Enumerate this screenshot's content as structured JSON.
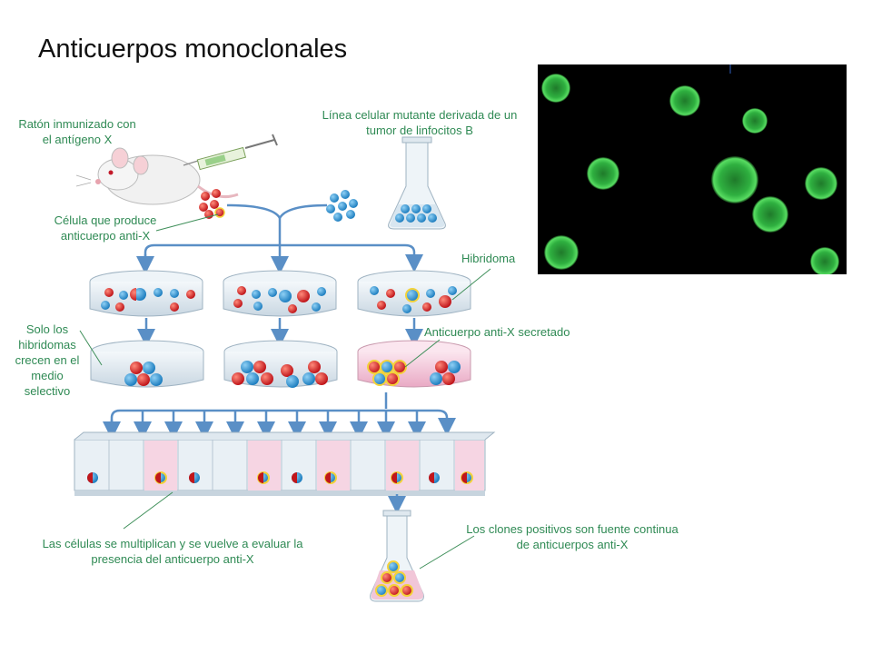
{
  "title": "Anticuerpos monoclonales",
  "labels": {
    "mouse": "Ratón inmunizado con el antígeno X",
    "cell_line": "Línea celular mutante derivada de un tumor de linfocitos B",
    "producer_cell": "Célula que produce anticuerpo anti-X",
    "hybridoma": "Hibridoma",
    "secreted": "Anticuerpo anti-X secretado",
    "selective": "Solo los hibridomas crecen en el medio selectivo",
    "multiply": "Las células se multiplican y se vuelve a evaluar la presencia del anticuerpo anti-X",
    "positive": "Los clones positivos son fuente continua de anticuerpos anti-X"
  },
  "colors": {
    "label_green": "#2f8a54",
    "arrow_blue": "#5a8fc6",
    "cell_red": "#d9262a",
    "cell_blue": "#2f8fcf",
    "antibody_yellow": "#f3d23a",
    "medium_pink": "#f1c6d8",
    "fluorescent_green": "#39c24a"
  },
  "micrograph": {
    "description_icon": "fluorescent-cells-micrograph"
  }
}
